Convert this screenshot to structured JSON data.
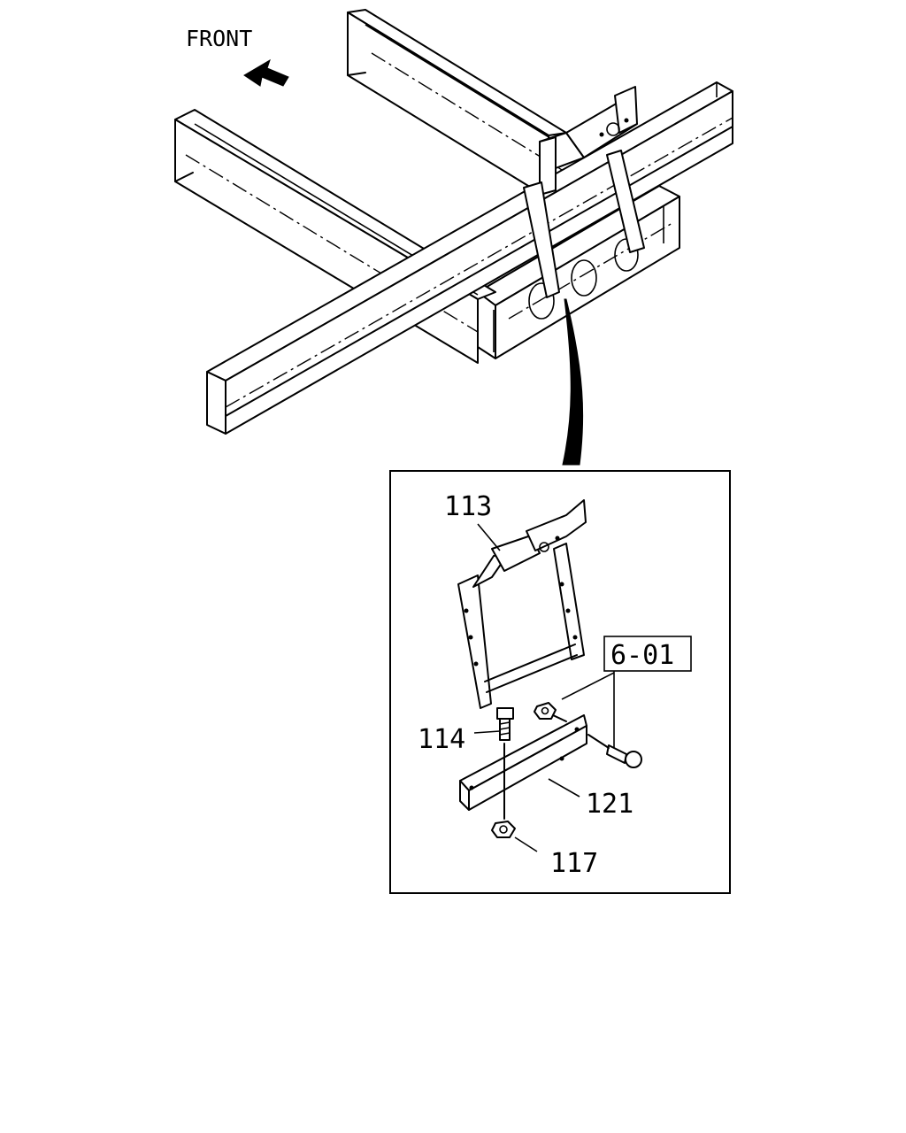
{
  "diagram": {
    "direction_label": "FRONT",
    "callouts": {
      "bracket": "113",
      "bolt": "114",
      "nut": "117",
      "angle_plate": "121",
      "reference": "6-01"
    }
  }
}
